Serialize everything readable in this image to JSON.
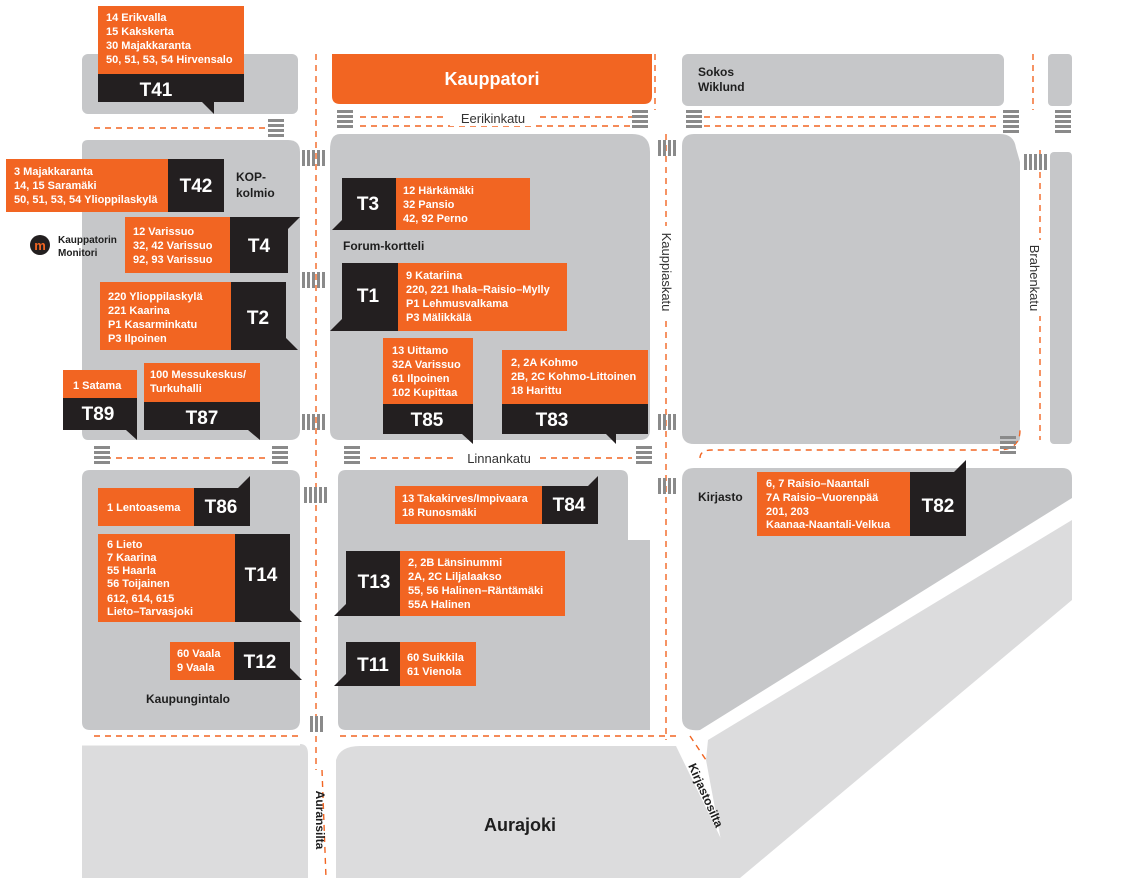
{
  "colors": {
    "orange": "#f26522",
    "dark": "#231f20",
    "block": "#c6c7c9",
    "river_bank": "#dcdcdd",
    "route_dash": "#f26522",
    "crosswalk": "#8a8a8a"
  },
  "places": {
    "kauppatori": "Kauppatori",
    "sokos_line1": "Sokos",
    "sokos_line2": "Wiklund",
    "kop_line1": "KOP-",
    "kop_line2": "kolmio",
    "monitori_line1": "Kauppatorin",
    "monitori_line2": "Monitori",
    "forum": "Forum-kortteli",
    "kirjasto": "Kirjasto",
    "kaupungintalo": "Kaupungintalo",
    "aurajoki": "Aurajoki"
  },
  "streets": {
    "eerikinkatu": "Eerikinkatu",
    "linnankatu": "Linnankatu",
    "kauppiaskatu": "Kauppiaskatu",
    "brahenkatu": "Brahenkatu",
    "auransilta": "Auransilta",
    "kirjastosilta": "Kirjastosilta"
  },
  "stops": [
    {
      "id": "T41",
      "lines": [
        "14 Erikvalla",
        "15 Kakskerta",
        "30 Majakkaranta",
        "50, 51, 53, 54 Hirvensalo"
      ]
    },
    {
      "id": "T42",
      "lines": [
        "3 Majakkaranta",
        "14, 15 Saramäki",
        "50, 51, 53, 54 Ylioppilaskylä"
      ]
    },
    {
      "id": "T4",
      "lines": [
        "12 Varissuo",
        "32, 42 Varissuo",
        "92, 93 Varissuo"
      ]
    },
    {
      "id": "T2",
      "lines": [
        "220 Ylioppilaskylä",
        "221 Kaarina",
        "P1 Kasarminkatu",
        "P3 Ilpoinen"
      ]
    },
    {
      "id": "T89",
      "lines": [
        "1 Satama"
      ]
    },
    {
      "id": "T87",
      "lines": [
        "100 Messukeskus/",
        "Turkuhalli"
      ]
    },
    {
      "id": "T3",
      "lines": [
        "12 Härkämäki",
        "32 Pansio",
        "42, 92 Perno"
      ]
    },
    {
      "id": "T1",
      "lines": [
        "9 Katariina",
        "220, 221 Ihala–Raisio–Mylly",
        "P1 Lehmusvalkama",
        "P3 Mälikkälä"
      ]
    },
    {
      "id": "T85",
      "lines": [
        "13 Uittamo",
        "32A Varissuo",
        "61 Ilpoinen",
        "102 Kupittaa"
      ]
    },
    {
      "id": "T83",
      "lines": [
        "2, 2A Kohmo",
        "2B, 2C Kohmo-Littoinen",
        "18 Harittu"
      ]
    },
    {
      "id": "T86",
      "lines": [
        "1 Lentoasema"
      ]
    },
    {
      "id": "T14",
      "lines": [
        "6 Lieto",
        "7 Kaarina",
        "55 Haarla",
        "56 Toijainen",
        "612, 614, 615",
        "Lieto–Tarvasjoki"
      ]
    },
    {
      "id": "T12",
      "lines": [
        "60 Vaala",
        "9 Vaala"
      ]
    },
    {
      "id": "T84",
      "lines": [
        "13 Takakirves/Impivaara",
        "18 Runosmäki"
      ]
    },
    {
      "id": "T13",
      "lines": [
        "2, 2B Länsinummi",
        "2A, 2C Liljalaakso",
        "55, 56 Halinen–Räntämäki",
        "55A Halinen"
      ]
    },
    {
      "id": "T11",
      "lines": [
        "60 Suikkila",
        "61 Vienola"
      ]
    },
    {
      "id": "T82",
      "lines": [
        "6, 7  Raisio–Naantali",
        "7A  Raisio–Vuorenpää",
        "201, 203",
        "Kaanaa-Naantali-Velkua"
      ]
    }
  ]
}
